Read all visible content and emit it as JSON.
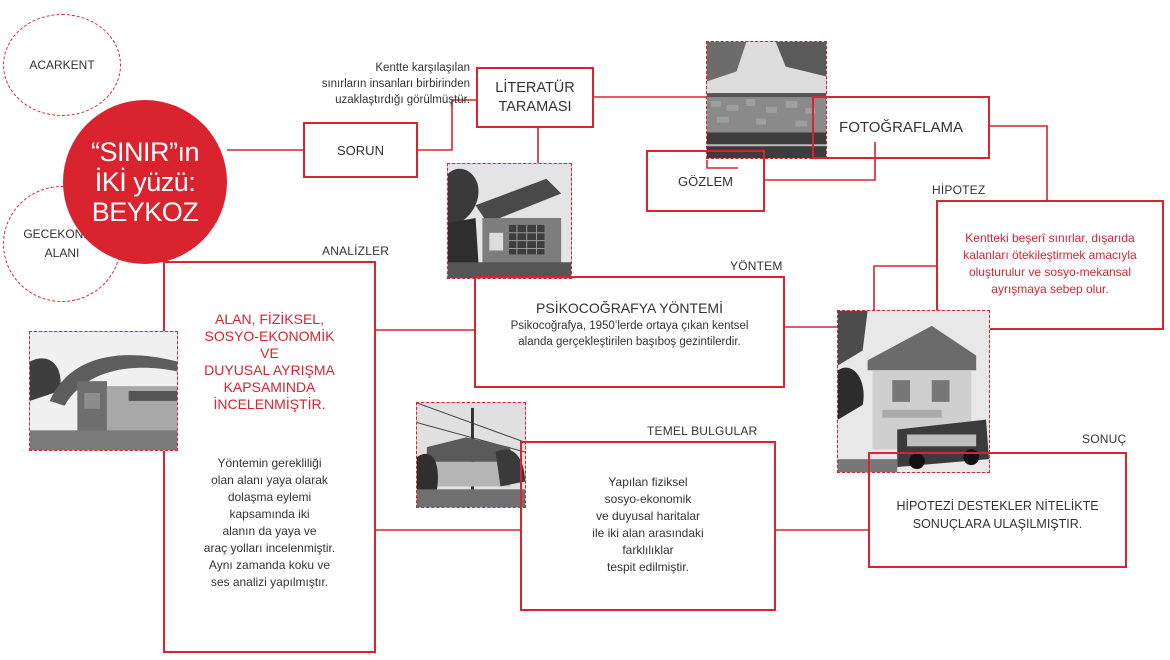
{
  "circles": {
    "top": "ACARKENT",
    "bottom_line1": "GECEKONDU",
    "bottom_line2": "ALANI",
    "main_line1": "“SINIR”ın",
    "main_line2": "İKİ yüzü:",
    "main_line3": "BEYKOZ"
  },
  "problem": {
    "note_line1": "Kentte karşılaşılan",
    "note_line2": "sınırların insanları birbirinden",
    "note_line3": "uzaklaştırdığı görülmüştür.",
    "label": "SORUN"
  },
  "methods": {
    "literature_line1": "LİTERATÜR",
    "literature_line2": "TARAMASI",
    "photography": "FOTOĞRAFLAMA",
    "observation": "GÖZLEM"
  },
  "hypothesis": {
    "title": "HİPOTEZ",
    "line1": "Kentteki beşerî sınırlar, dışarıda",
    "line2": "kalanları ötekileştirmek amacıyla",
    "line3": "oluşturulur ve sosyo-mekansal",
    "line4": "ayrışmaya sebep olur."
  },
  "method": {
    "title": "YÖNTEM",
    "heading": "PSİKOCOĞRAFYA YÖNTEMİ",
    "line1": "Psikocoğrafya, 1950’lerde ortaya çıkan kentsel",
    "line2": "alanda gerçekleştirilen başıboş gezintilerdir."
  },
  "analyses": {
    "title": "ANALİZLER",
    "red_line1": "ALAN, FİZİKSEL,",
    "red_line2": "SOSYO-EKONOMİK",
    "red_line3": "VE",
    "red_line4": "DUYUSAL AYRIŞMA",
    "red_line5": "KAPSAMINDA",
    "red_line6": "İNCELENMİŞTİR.",
    "body_line1": "Yöntemin gerekliliği",
    "body_line2": "olan alanı yaya olarak",
    "body_line3": "dolaşma eylemi",
    "body_line4": "kapsamında iki",
    "body_line5": "alanın da yaya ve",
    "body_line6": "araç yolları incelenmiştir.",
    "body_line7": "Aynı zamanda koku ve",
    "body_line8": "ses analizi yapılmıştır."
  },
  "findings": {
    "title": "TEMEL BULGULAR",
    "line1": "Yapılan fiziksel",
    "line2": "sosyo-ekonomik",
    "line3": "ve duyusal haritalar",
    "line4": "ile iki alan arasındaki",
    "line5": "farklılıklar",
    "line6": "tespit edilmiştir."
  },
  "result": {
    "title": "SONUÇ",
    "line1": "HİPOTEZİ DESTEKLER NİTELİKTE",
    "line2": "SONUÇLARA ULAŞILMIŞTIR."
  },
  "colors": {
    "accent": "#d9232e",
    "text": "#333333"
  }
}
